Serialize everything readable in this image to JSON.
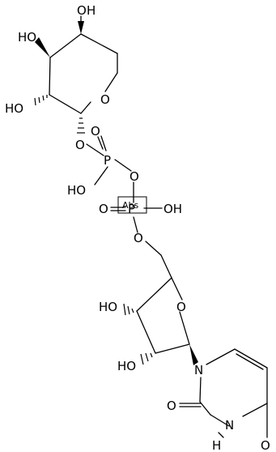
{
  "molecule": {
    "atoms": {
      "o_top": "O",
      "h_top": "H",
      "ho_4": "HO",
      "ho_3": "HO",
      "o_ring_sugar": "O",
      "o_anomeric": "O",
      "p1": "P",
      "o_p1_double": "O",
      "o_bridge": "O",
      "ho_p1": "HO",
      "p2": "P",
      "o_p2_double": "O",
      "oh_p2": "OH",
      "o_p2_link": "O",
      "ho_rib_3": "HO",
      "o_ring_ribose": "O",
      "ho_rib_2": "HO",
      "n1": "N",
      "o_c2": "O",
      "n3": "N",
      "h_n3": "H",
      "o_c4": "O"
    },
    "stereo_flag": "Abs"
  }
}
